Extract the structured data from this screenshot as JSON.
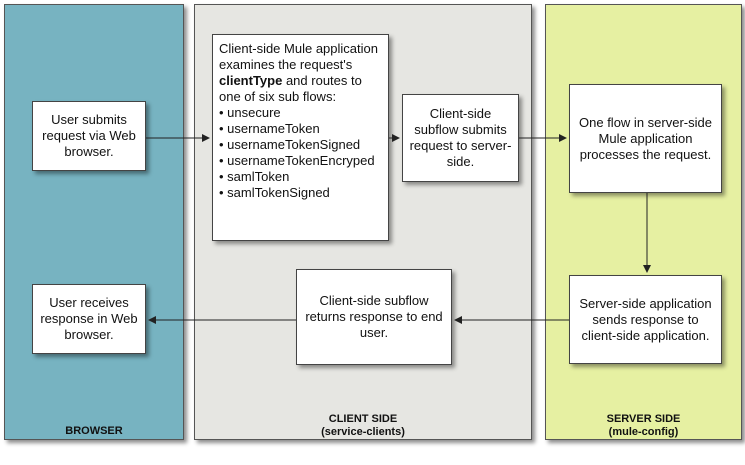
{
  "lanes": {
    "browser": {
      "label": "BROWSER",
      "sublabel": ""
    },
    "client": {
      "label": "CLIENT SIDE",
      "sublabel": "(service-clients)"
    },
    "server": {
      "label": "SERVER SIDE",
      "sublabel": "(mule-config)"
    }
  },
  "boxes": {
    "user_submits": "User submits request via Web browser.",
    "client_examines": {
      "text_before": "Client-side Mule application examines the request's ",
      "text_bold": "clientType",
      "text_after": " and routes to one of six sub flows:",
      "items": [
        "unsecure",
        "usernameToken",
        "usernameTokenSigned",
        "usernameTokenEncryped",
        "samlToken",
        "samlTokenSigned"
      ]
    },
    "client_subflow_submits": "Client-side subflow submits request to server-side.",
    "server_flow_processes": "One flow in server-side Mule application processes the request.",
    "server_sends_response": "Server-side application sends response to client-side application.",
    "client_subflow_returns": "Client-side subflow returns response to end user.",
    "user_receives": "User receives response in Web browser."
  },
  "colors": {
    "browser_lane": "#77b3c1",
    "client_lane": "#e6e6e2",
    "server_lane": "#e6f0a2",
    "arrow": "#222222"
  }
}
